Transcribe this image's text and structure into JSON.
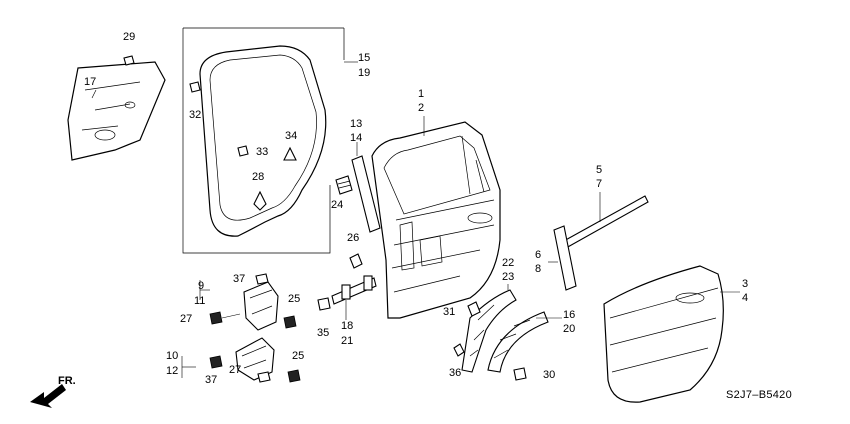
{
  "diagram": {
    "part_code": "S2J7–B5420",
    "front_arrow_label": "FR.",
    "callouts": [
      {
        "id": "c1",
        "text": "1"
      },
      {
        "id": "c2",
        "text": "2"
      },
      {
        "id": "c3",
        "text": "3"
      },
      {
        "id": "c4",
        "text": "4"
      },
      {
        "id": "c5",
        "text": "5"
      },
      {
        "id": "c6",
        "text": "6"
      },
      {
        "id": "c7",
        "text": "7"
      },
      {
        "id": "c8",
        "text": "8"
      },
      {
        "id": "c9",
        "text": "9"
      },
      {
        "id": "c10",
        "text": "10"
      },
      {
        "id": "c11",
        "text": "11"
      },
      {
        "id": "c12",
        "text": "12"
      },
      {
        "id": "c13",
        "text": "13"
      },
      {
        "id": "c14",
        "text": "14"
      },
      {
        "id": "c15",
        "text": "15"
      },
      {
        "id": "c16",
        "text": "16"
      },
      {
        "id": "c17",
        "text": "17"
      },
      {
        "id": "c18",
        "text": "18"
      },
      {
        "id": "c19",
        "text": "19"
      },
      {
        "id": "c20",
        "text": "20"
      },
      {
        "id": "c21",
        "text": "21"
      },
      {
        "id": "c22",
        "text": "22"
      },
      {
        "id": "c23",
        "text": "23"
      },
      {
        "id": "c24",
        "text": "24"
      },
      {
        "id": "c25a",
        "text": "25"
      },
      {
        "id": "c25b",
        "text": "25"
      },
      {
        "id": "c26",
        "text": "26"
      },
      {
        "id": "c27a",
        "text": "27"
      },
      {
        "id": "c27b",
        "text": "27"
      },
      {
        "id": "c28",
        "text": "28"
      },
      {
        "id": "c29",
        "text": "29"
      },
      {
        "id": "c30",
        "text": "30"
      },
      {
        "id": "c31",
        "text": "31"
      },
      {
        "id": "c32",
        "text": "32"
      },
      {
        "id": "c33",
        "text": "33"
      },
      {
        "id": "c34",
        "text": "34"
      },
      {
        "id": "c35",
        "text": "35"
      },
      {
        "id": "c36",
        "text": "36"
      },
      {
        "id": "c37a",
        "text": "37"
      },
      {
        "id": "c37b",
        "text": "37"
      }
    ]
  }
}
